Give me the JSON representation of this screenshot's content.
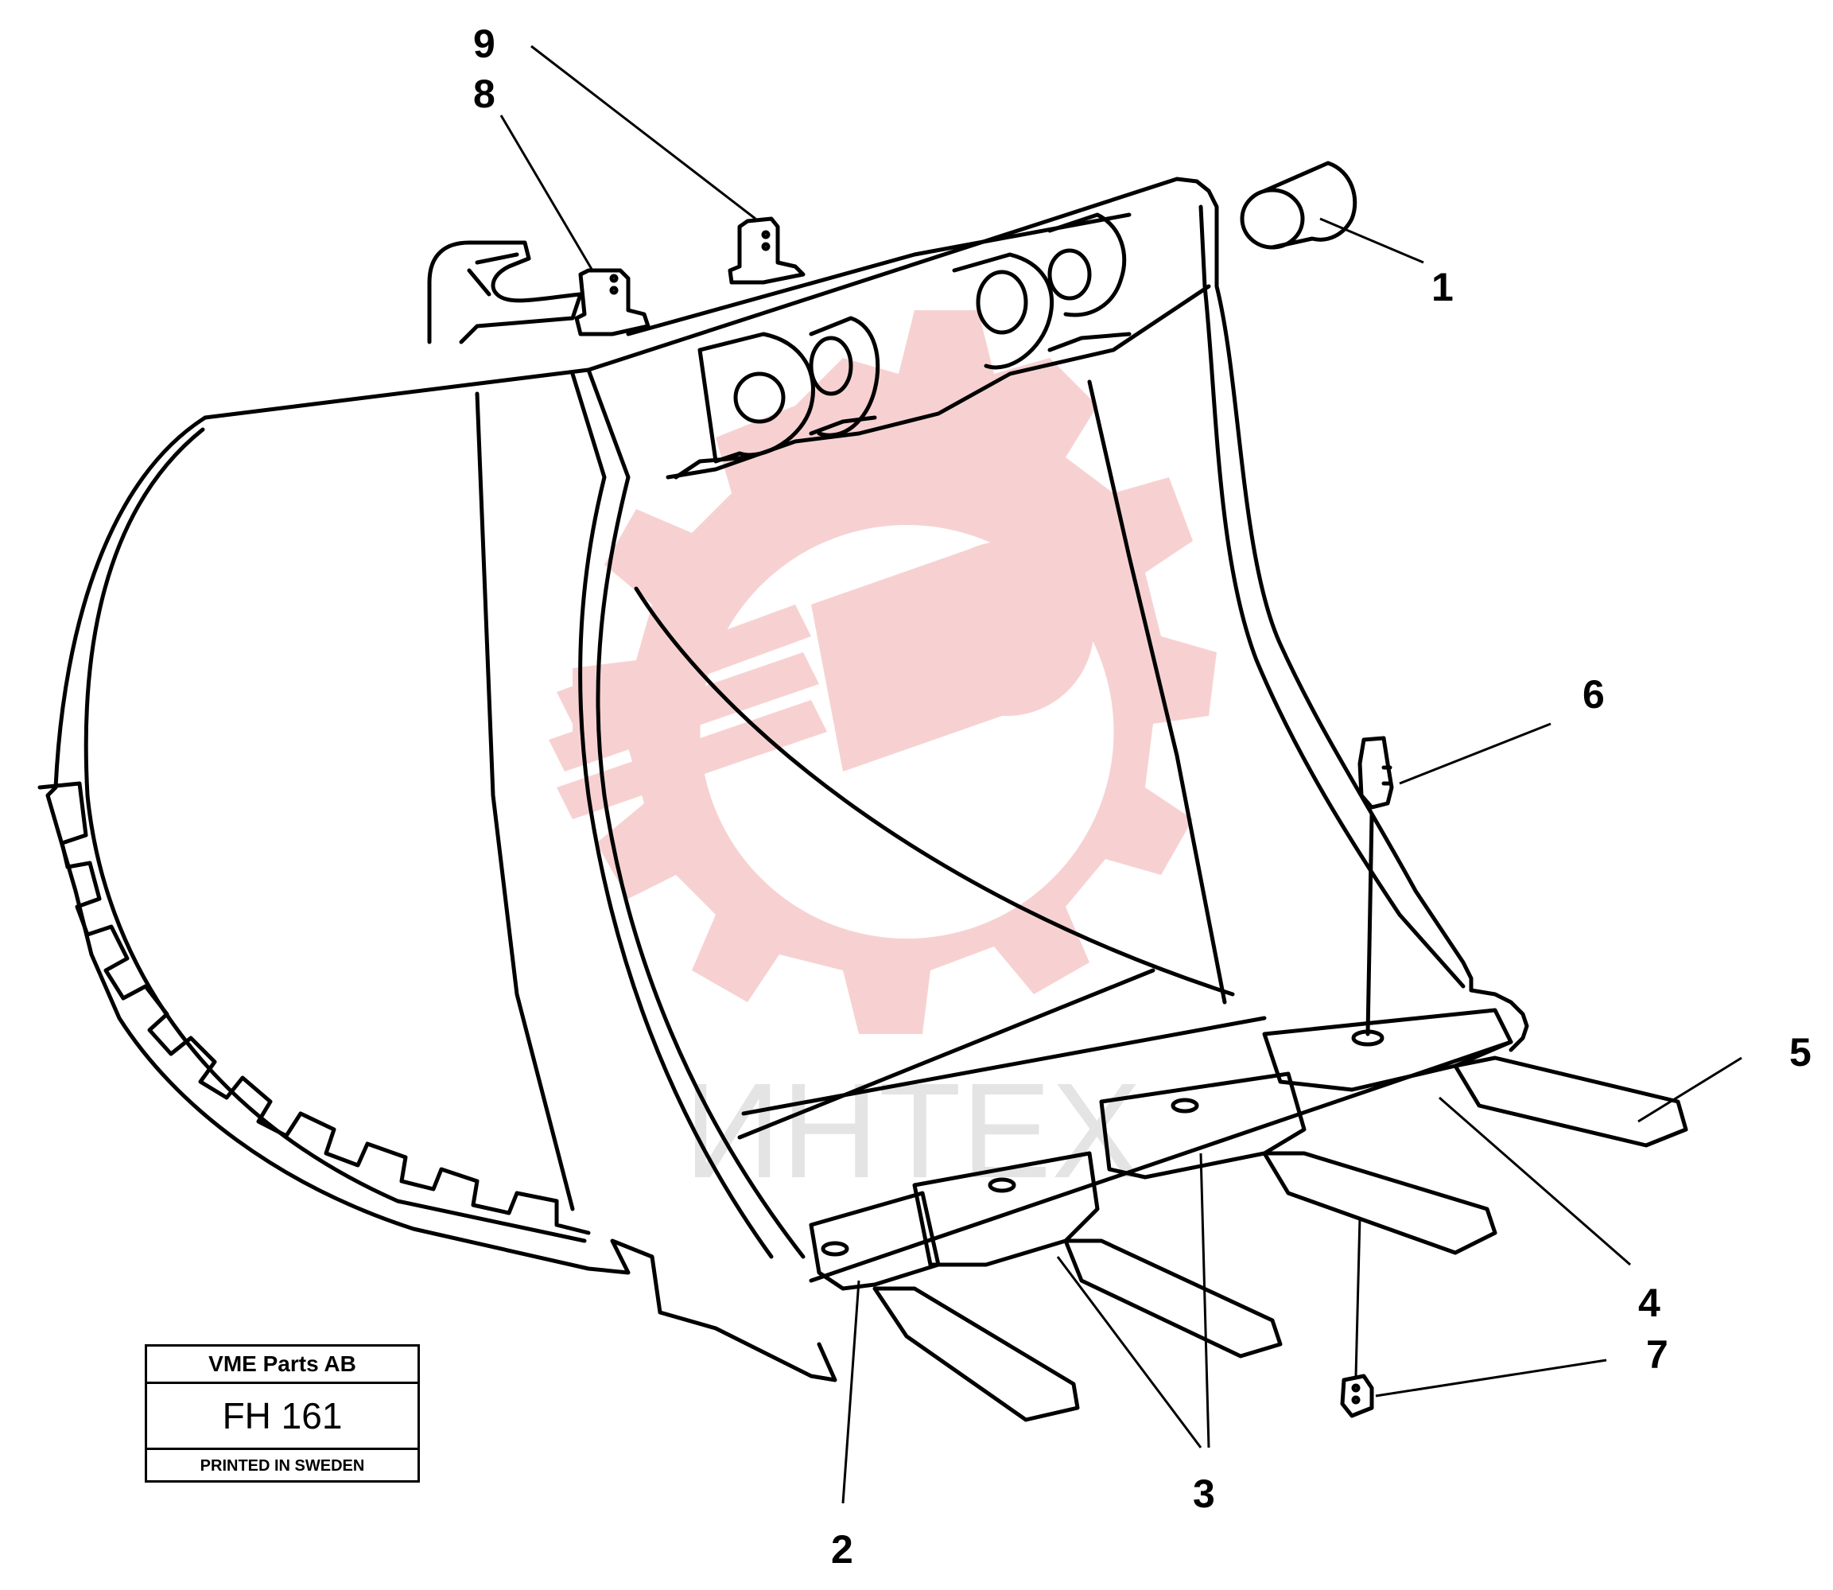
{
  "title_block": {
    "company": "VME Parts AB",
    "code": "FH 161",
    "printed": "PRINTED IN SWEDEN"
  },
  "watermark": {
    "text": "ИНТЕХ",
    "gear_color": "#f6c9c9",
    "text_color": "#e0e0e0"
  },
  "callouts": [
    "1",
    "2",
    "3",
    "4",
    "5",
    "6",
    "7",
    "8",
    "9"
  ],
  "colors": {
    "line": "#000000",
    "background": "#ffffff"
  }
}
